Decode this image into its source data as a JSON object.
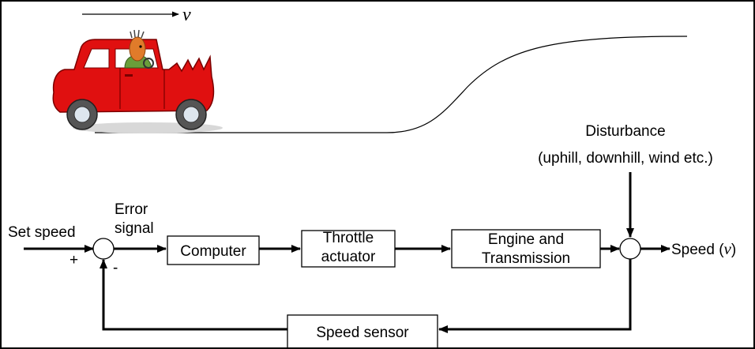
{
  "velocity_symbol": "v",
  "blocks": {
    "computer": "Computer",
    "throttle_line1": "Throttle",
    "throttle_line2": "actuator",
    "engine_line1": "Engine and",
    "engine_line2": "Transmission",
    "sensor": "Speed sensor"
  },
  "labels": {
    "set_speed": "Set speed",
    "error_line1": "Error",
    "error_line2": "signal",
    "plus": "+",
    "minus": "-",
    "disturbance_line1": "Disturbance",
    "disturbance_line2": "(uphill, downhill, wind etc.)",
    "speed_prefix": "Speed (",
    "speed_symbol": "v",
    "speed_suffix": ")"
  },
  "colors": {
    "car_body": "#e01010",
    "car_window": "#ffffff",
    "tire": "#555555",
    "hubcap": "#dde6ee",
    "driver_skin": "#e07b2a",
    "driver_shirt": "#6a9e3a"
  },
  "illustration": {
    "car": "red-cartoon-car-with-driver",
    "road": "uphill-road-profile"
  }
}
